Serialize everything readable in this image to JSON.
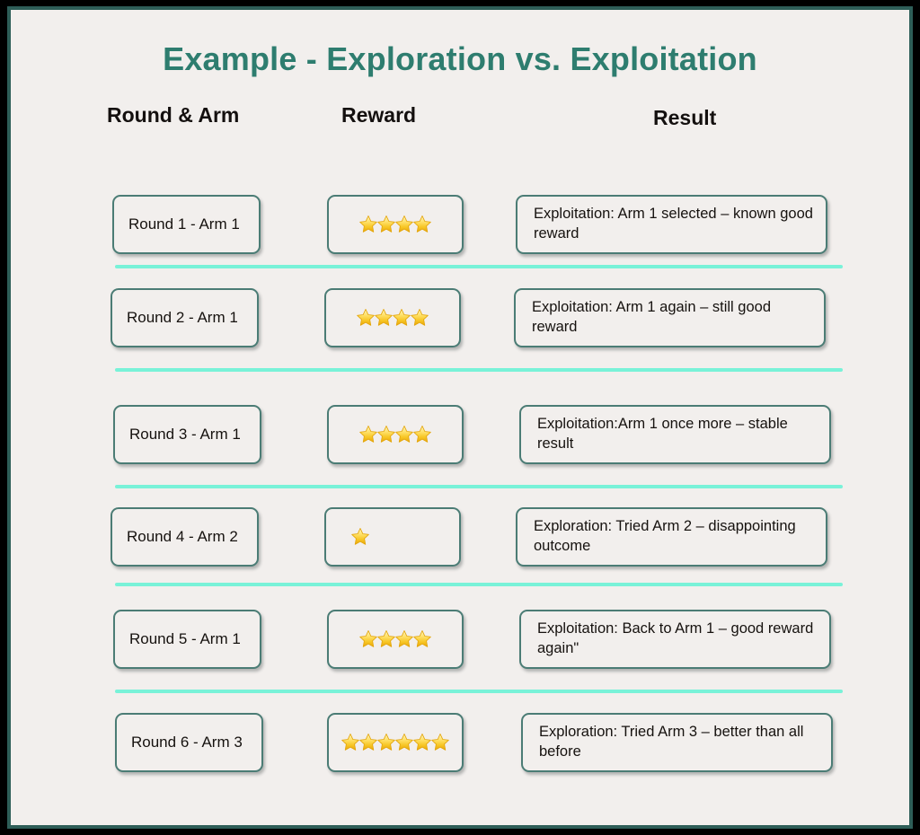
{
  "title": "Example - Exploration vs. Exploitation",
  "colors": {
    "page_background": "#f2efed",
    "frame_border": "#2e5e58",
    "outer_edge": "#000000",
    "title_text": "#2e7d6f",
    "card_border": "#4b7c75",
    "divider": "#79f2d8",
    "star": "#f5c518",
    "body_text": "#16120f"
  },
  "headers": {
    "round": "Round & Arm",
    "reward": "Reward",
    "result": "Result"
  },
  "rows": [
    {
      "round": "Round 1 - Arm 1",
      "stars": 4,
      "star_icon": "star-icon",
      "result": "Exploitation: Arm 1 selected – known good reward"
    },
    {
      "round": "Round 2 - Arm 1",
      "stars": 4,
      "star_icon": "star-icon",
      "result": "Exploitation: Arm 1 again – still good reward"
    },
    {
      "round": "Round 3 - Arm 1",
      "stars": 4,
      "star_icon": "star-icon",
      "result": "Exploitation:Arm 1 once more – stable result"
    },
    {
      "round": "Round 4 - Arm 2",
      "stars": 1,
      "star_icon": "star-icon",
      "result": "Exploration: Tried Arm 2 – disappointing outcome"
    },
    {
      "round": "Round 5 - Arm 1",
      "stars": 4,
      "star_icon": "star-icon",
      "result": "Exploitation: Back to Arm 1 – good reward again\""
    },
    {
      "round": "Round 6 - Arm 3",
      "stars": 6,
      "star_icon": "star-icon",
      "result": "Exploration: Tried Arm 3 – better than all before"
    }
  ],
  "layout": {
    "row_tops": [
      206,
      310,
      440,
      554,
      668,
      783
    ],
    "round_lefts": [
      113,
      111,
      114,
      111,
      114,
      116
    ],
    "reward_lefts": [
      352,
      349,
      352,
      349,
      352,
      352
    ],
    "result_lefts": [
      562,
      560,
      566,
      562,
      566,
      568
    ],
    "divider_tops": [
      284,
      399,
      529,
      638,
      757
    ],
    "divider_lefts": [
      116,
      116,
      116,
      116,
      116
    ],
    "divider_widths": [
      810,
      810,
      810,
      810,
      810
    ]
  }
}
